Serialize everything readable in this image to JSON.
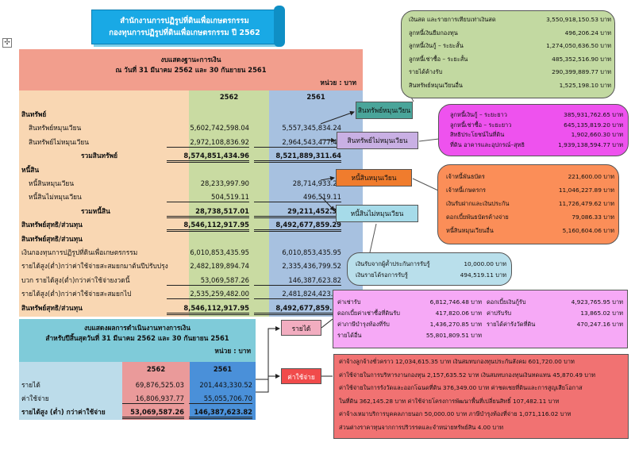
{
  "banner": {
    "line1": "สำนักงานการปฏิรูปที่ดินเพื่อเกษตรกรรม",
    "line2": "กองทุนการปฏิรูปที่ดินเพื่อเกษตรกรรม  ปี 2562"
  },
  "anchor_glyph": "✣",
  "balance_sheet": {
    "title": "งบแสดงฐานะการเงิน",
    "subtitle": "ณ  วันที่ 31 มีนาคม 2562 และ 30 กันยายน 2561",
    "unit": "หน่วย : บาท",
    "year1": "2562",
    "year2": "2561",
    "rows": [
      {
        "label": "สินทรัพย์",
        "v1": "",
        "v2": "",
        "style": "head"
      },
      {
        "label": "สินทรัพย์หมุนเวียน",
        "v1": "5,602,742,598.04",
        "v2": "5,557,345,834.24",
        "style": "ind"
      },
      {
        "label": "สินทรัพย์ไม่หมุนเวียน",
        "v1": "2,972,108,836.92",
        "v2": "2,964,543,477.40",
        "style": "ind sul"
      },
      {
        "label": "รวมสินทรัพย์",
        "v1": "8,574,851,434.96",
        "v2": "8,521,889,311.64",
        "style": "tot dul"
      },
      {
        "label": "หนี้สิน",
        "v1": "",
        "v2": "",
        "style": "head"
      },
      {
        "label": "หนี้สินหมุนเวียน",
        "v1": "28,233,997.90",
        "v2": "28,714,933.24",
        "style": "ind"
      },
      {
        "label": "หนี้สินไม่หมุนเวียน",
        "v1": "504,519.11",
        "v2": "496,519.11",
        "style": "ind sul"
      },
      {
        "label": "รวมหนี้สิน",
        "v1": "28,738,517.01",
        "v2": "29,211,452.35",
        "style": "tot dul"
      },
      {
        "label": "สินทรัพย์สุทธิ/ส่วนทุน",
        "v1": "8,546,112,917.95",
        "v2": "8,492,677,859.29",
        "style": "head dul"
      },
      {
        "label": "สินทรัพย์สุทธิ/ส่วนทุน",
        "v1": "",
        "v2": "",
        "style": "head"
      },
      {
        "label": "เงินกองทุนการปฏิรูปที่ดินเพื่อเกษตรกรรม",
        "v1": "6,010,853,435.95",
        "v2": "6,010,853,435.95",
        "style": "plain"
      },
      {
        "label": "รายได้สูง(ต่ำ)กว่าค่าใช้จ่ายสะสมยกมาต้นปีปรับปรุง",
        "v1": "2,482,189,894.74",
        "v2": "2,335,436,799.52",
        "style": "plain"
      },
      {
        "label": "บวก รายได้สูง(ต่ำ)กว่าค่าใช้จ่ายงวดนี้",
        "v1": "53,069,587.26",
        "v2": "146,387,623.82",
        "style": "plain sul"
      },
      {
        "label": "รายได้สูง(ต่ำ)กว่าค่าใช้จ่ายสะสมยกไป",
        "v1": "2,535,259,482.00",
        "v2": "2,481,824,423.34",
        "style": "plain sul"
      },
      {
        "label": "สินทรัพย์สุทธิ/ส่วนทุน",
        "v1": "8,546,112,917.95",
        "v2": "8,492,677,859.29",
        "style": "head dul"
      }
    ]
  },
  "income_statement": {
    "title": "งบแสดงผลการดำเนินงานทางการเงิน",
    "subtitle": "สำหรับปีสิ้นสุดวันที่ 31 มีนาคม 2562 และ 30 กันยายน 2561",
    "unit": "หน่วย : บาท",
    "year1": "2562",
    "year2": "2561",
    "rows": [
      {
        "label": "รายได้",
        "v1": "69,876,525.03",
        "v2": "201,443,330.52",
        "style": "plain"
      },
      {
        "label": "ค่าใช้จ่าย",
        "v1": "16,806,937.77",
        "v2": "55,055,706.70",
        "style": "plain sul"
      },
      {
        "label": "รายได้สูง (ต่ำ) กว่าค่าใช้จ่าย",
        "v1": "53,069,587.26",
        "v2": "146,387,623.82",
        "style": "head dul"
      }
    ]
  },
  "labels": {
    "current_assets": "สินทรัพย์หมุนเวียน",
    "noncurrent_assets": "สินทรัพย์ไม่หมุนเวียน",
    "current_liabilities": "หนี้สินหมุนเวียน",
    "noncurrent_liabilities": "หนี้สินไม่หมุนเวียน",
    "revenue": "รายได้",
    "expenses": "ค่าใช้จ่าย"
  },
  "current_assets_detail": [
    {
      "label": "เงินสด และรายการเทียบเท่าเงินสด",
      "value": "3,550,918,150.53 บาท"
    },
    {
      "label": "ลูกหนี้เงินยืมกองทุน",
      "value": "496,206.24 บาท"
    },
    {
      "label": "ลูกหนี้เงินกู้ – ระยะสั้น",
      "value": "1,274,050,636.50 บาท"
    },
    {
      "label": "ลูกหนี้เช่าซื้อ – ระยะสั้น",
      "value": "485,352,516.90 บาท"
    },
    {
      "label": "รายได้ค้างรับ",
      "value": "290,399,889.77 บาท"
    },
    {
      "label": "สินทรัพย์หมุนเวียนอื่น",
      "value": "1,525,198.10 บาท"
    }
  ],
  "noncurrent_assets_detail": [
    {
      "label": "ลูกหนี้เงินกู้ – ระยะยาว",
      "value": "385,931,762.65 บาท"
    },
    {
      "label": "ลูกหนี้เช่าซื้อ – ระยะยาว",
      "value": "645,135,819.20 บาท"
    },
    {
      "label": "สิทธิประโยชน์ในที่ดิน",
      "value": "1,902,660.30 บาท"
    },
    {
      "label": "ที่ดิน อาคารและอุปกรณ์–สุทธิ",
      "value": "1,939,138,594.77 บาท"
    }
  ],
  "current_liabilities_detail": [
    {
      "label": "เจ้าหนี้พันธบัตร",
      "value": "221,600.00 บาท"
    },
    {
      "label": "เจ้าหนี้เกษตรกร",
      "value": "11,046,227.89 บาท"
    },
    {
      "label": "เงินรับฝากและเงินประกัน",
      "value": "11,726,479.62 บาท"
    },
    {
      "label": "ดอกเบี้ยพันธบัตรค้างจ่าย",
      "value": "79,086.33 บาท"
    },
    {
      "label": "หนี้สินหมุนเวียนอื่น",
      "value": "5,160,604.06 บาท"
    }
  ],
  "noncurrent_liabilities_detail": [
    {
      "label": "เงินรับจากผู้ค้ำประกันการรับรู้",
      "value": "10,000.00 บาท"
    },
    {
      "label": "เงินรายได้รอการรับรู้",
      "value": "494,519.11 บาท"
    }
  ],
  "revenue_detail": [
    {
      "label": "ค่าเช่ารับ",
      "value": "6,812,746.48 บาท",
      "label2": "ดอกเบี้ยเงินกู้รับ",
      "value2": "4,923,765.95 บาท"
    },
    {
      "label": "ดอกเบี้ยค่าเช่าซื้อที่ดินรับ",
      "value": "417,820.06 บาท",
      "label2": "ค่าปรับรับ",
      "value2": "13,865.02 บาท"
    },
    {
      "label": "ค่าภาษีบำรุงท้องที่รับ",
      "value": "1,436,270.85 บาท",
      "label2": "รายได้ค่ารังวัดที่ดิน",
      "value2": "470,247.16 บาท"
    },
    {
      "label": "รายได้อื่น",
      "value": "55,801,809.51 บาท",
      "label2": "",
      "value2": ""
    }
  ],
  "expense_detail": [
    "ค่าจ้างลูกจ้างชั่วคราว 12,034,615.35 บาท  เงินสมทบกองทุนประกันสังคม  601,720.00 บาท",
    "ค่าใช้จ่ายในการบริหารงานกองทุน 2,157,635.52 บาท  เงินสมทบกองทุนเงินทดแทน 45,870.49 บาท",
    "ค่าใช้จ่ายในการรังวัดและออกโฉนดที่ดิน 376,349.00 บาท ค่าชดเชยที่ดินและการสูญเสียโอกาส",
    "ในที่ดิน 362,145.28 บาท ค่าใช้จ่ายโครงการพัฒนาพื้นที่เปลี่ยนสิทธิ์ 107,482.11 บาท",
    "ค่าจ้างเหมาบริการบุคคลภายนอก 50,000.00 บาท ภาษีบำรุงท้องที่จ่าย 1,071,116.02 บาท",
    "ส่วนต่างราคาทุนจากการปริวรรตและจำหน่ายทรัพย์สิน 4.00 บาท"
  ],
  "colors": {
    "banner": "#19a9e5",
    "bs_header": "#f29e8d",
    "current_assets": "#4aa59a",
    "noncurrent_assets": "#ee52ee",
    "current_liabilities": "#f07c2d",
    "noncurrent_liabilities": "#a6dbe9",
    "revenue": "#f6a9f6",
    "expense": "#f17272"
  }
}
